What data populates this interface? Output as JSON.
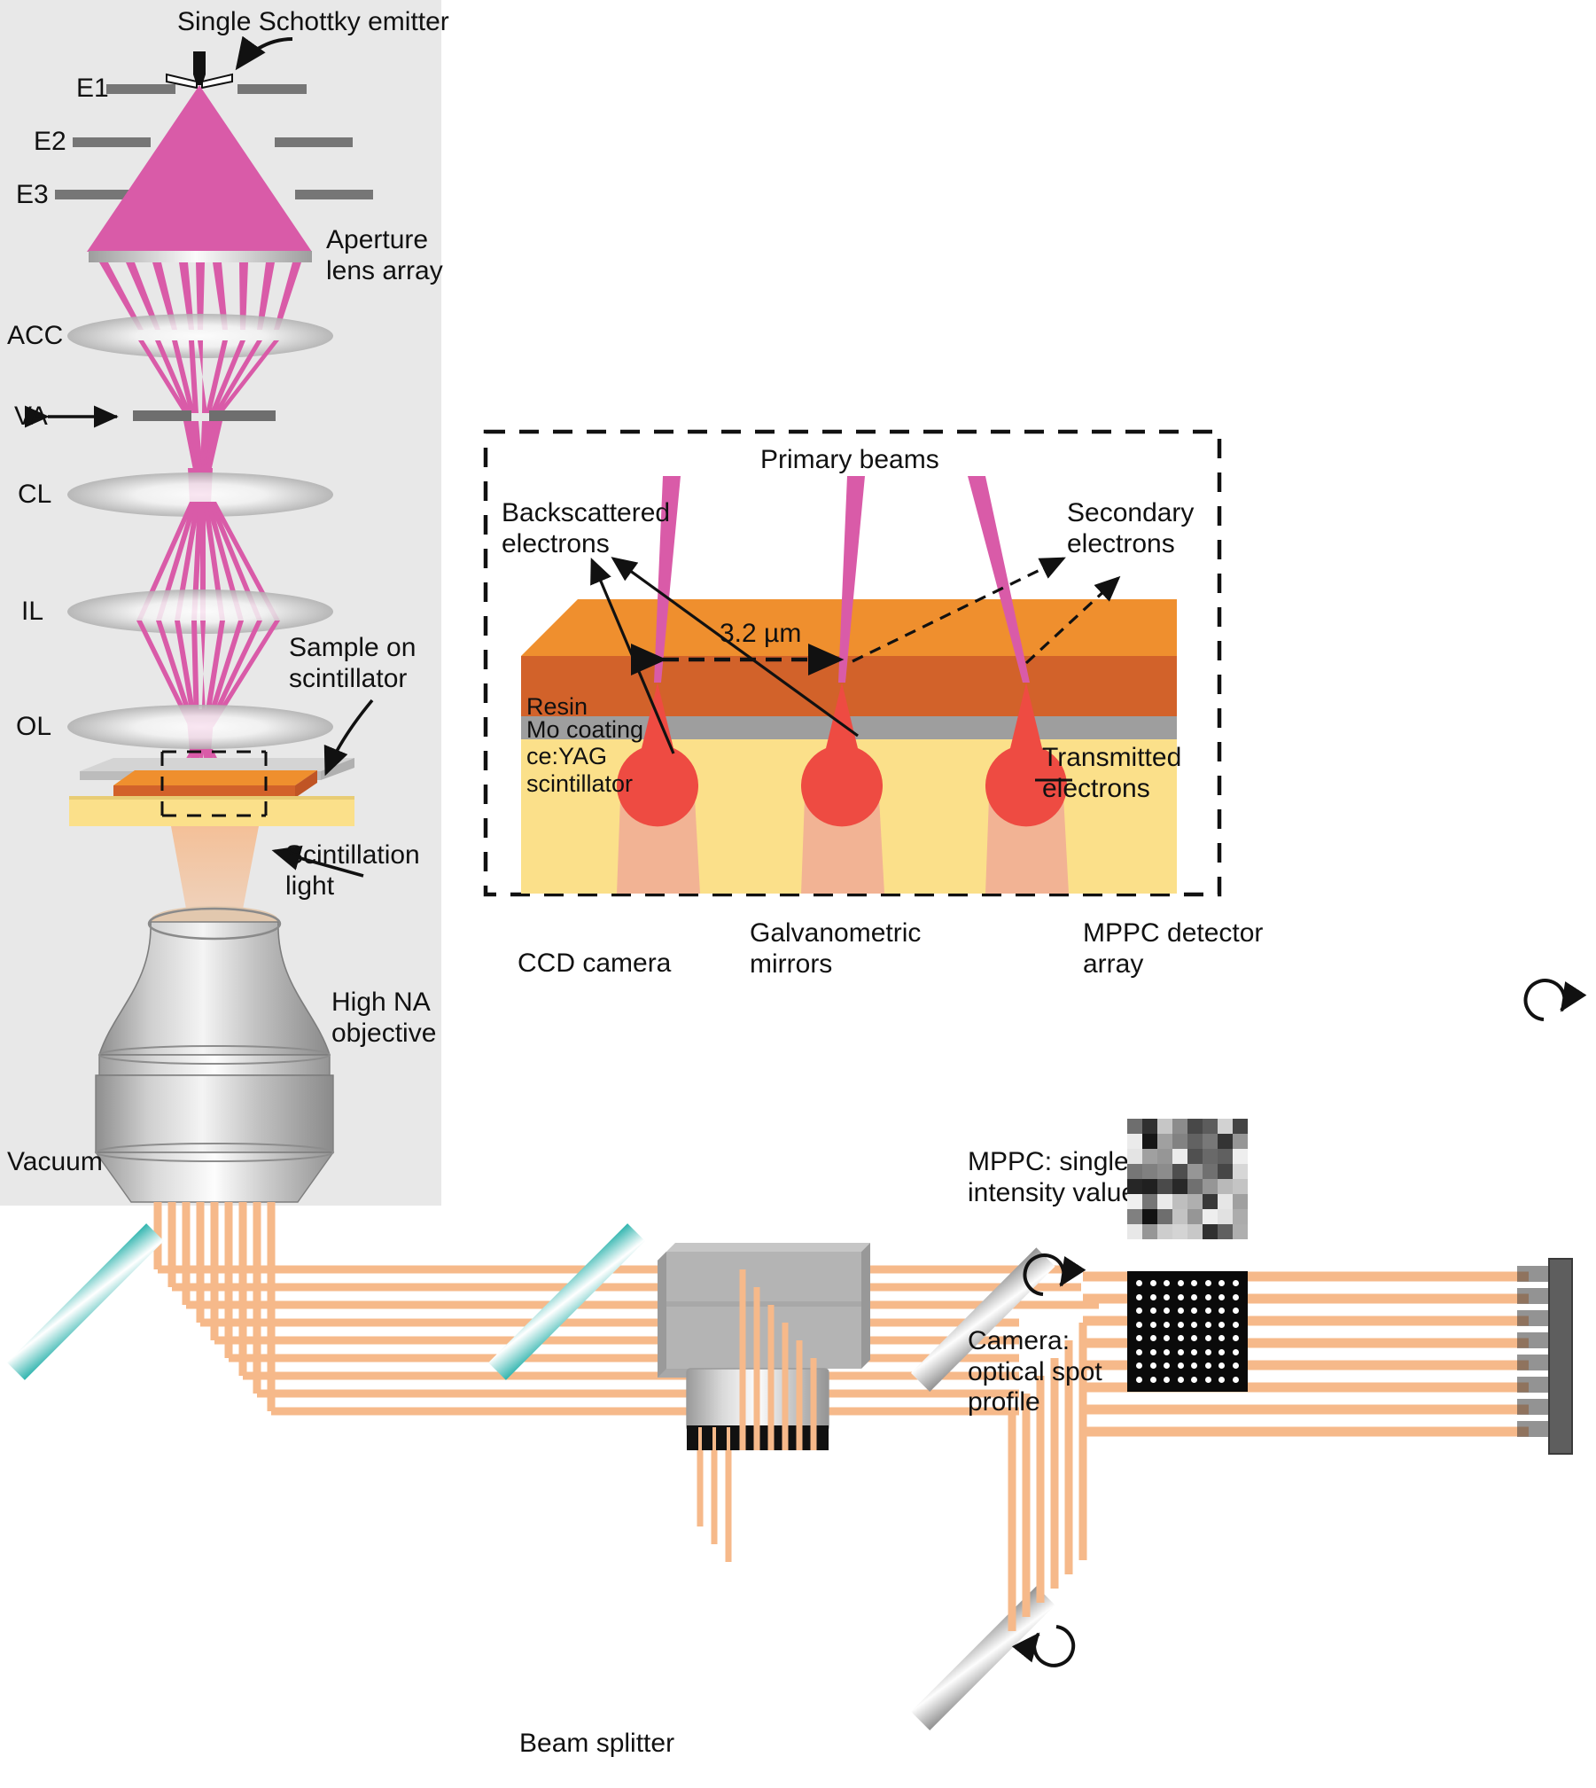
{
  "figure": {
    "type": "schematic-diagram",
    "subject": "Multi-beam scanning electron microscope with scintillator-based optical detection"
  },
  "colors": {
    "vacuum_panel": "#e8e8e8",
    "beam_pink": "#d95ba8",
    "beam_pink_light": "#e07cb9",
    "lens_gray_dark": "#7b7b7b",
    "electrode_gray": "#767676",
    "resin_top": "#ef8f2e",
    "resin_side": "#d2622a",
    "mo_coating": "#9e9e9e",
    "yag_yellow": "#fbe08a",
    "interaction_red": "#ee4b42",
    "interaction_pale": "#f2b394",
    "light_orange": "#f6b98a",
    "beamsplitter_teal": "#3fb7b2",
    "metal_gray": "#b8b8b8",
    "black": "#111111"
  },
  "column": {
    "vacuum_label": "Vacuum",
    "emitter_label": "Single Schottky emitter",
    "electrodes": [
      {
        "id": "e1",
        "label": "E1"
      },
      {
        "id": "e2",
        "label": "E2"
      },
      {
        "id": "e3",
        "label": "E3"
      }
    ],
    "aperture_lens_array_label": "Aperture\nlens array",
    "lenses": [
      {
        "id": "acc",
        "label": "ACC"
      },
      {
        "id": "cl",
        "label": "CL"
      },
      {
        "id": "il",
        "label": "IL"
      },
      {
        "id": "ol",
        "label": "OL"
      }
    ],
    "variable_aperture_label": "VA",
    "sample_label": "Sample on\nscintillator",
    "scintillation_light_label": "Scintillation\nlight",
    "objective_label": "High NA\nobjective",
    "num_beamlets": 9
  },
  "inset": {
    "primary_beams_label": "Primary beams",
    "backscattered_label": "Backscattered\nelectrons",
    "secondary_label": "Secondary\nelectrons",
    "transmitted_label": "Transmitted\nelectrons",
    "pitch_label": "3.2 µm",
    "layers": [
      {
        "id": "resin",
        "label": "Resin",
        "color": "#d2622a"
      },
      {
        "id": "mo",
        "label": "Mo coating",
        "color": "#9e9e9e"
      },
      {
        "id": "yag",
        "label": "ce:YAG\nscintillator",
        "color": "#fbe08a"
      }
    ],
    "num_beams": 3
  },
  "optics": {
    "ccd_camera_label": "CCD camera",
    "galvo_label": "Galvanometric\nmirrors",
    "mppc_label": "MPPC detector\narray",
    "beam_splitter_label": "Beam splitter",
    "num_light_rays": 9
  },
  "legend": {
    "mppc": {
      "bold": "MPPC",
      "rest": ": single\nintensity value"
    },
    "camera": {
      "bold": "Camera",
      "rest": ":\noptical spot\nprofile"
    },
    "mppc_grid": {
      "cols": 8,
      "rows": 8,
      "values": [
        [
          110,
          48,
          198,
          140,
          72,
          92,
          210,
          68
        ],
        [
          235,
          22,
          160,
          130,
          98,
          120,
          52,
          150
        ],
        [
          228,
          160,
          150,
          236,
          80,
          105,
          96,
          238
        ],
        [
          118,
          128,
          140,
          78,
          150,
          112,
          70,
          215
        ],
        [
          38,
          32,
          74,
          40,
          112,
          150,
          185,
          196
        ],
        [
          240,
          118,
          235,
          190,
          175,
          56,
          230,
          160
        ],
        [
          128,
          18,
          110,
          195,
          150,
          238,
          225,
          172
        ],
        [
          232,
          150,
          205,
          212,
          200,
          48,
          96,
          175
        ]
      ]
    },
    "camera_grid": {
      "cols": 8,
      "rows": 8,
      "dot_color": "#ffffff",
      "bg": "#0a0a0a"
    }
  }
}
